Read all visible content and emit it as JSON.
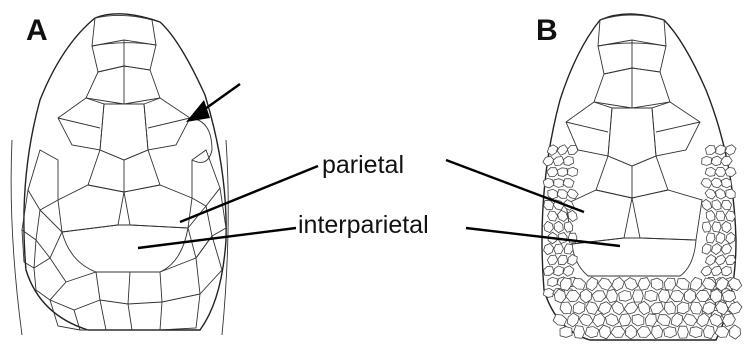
{
  "panels": [
    {
      "letter": "A"
    },
    {
      "letter": "B"
    }
  ],
  "labels": {
    "parietal": "parietal",
    "interparietal": "interparietal"
  }
}
